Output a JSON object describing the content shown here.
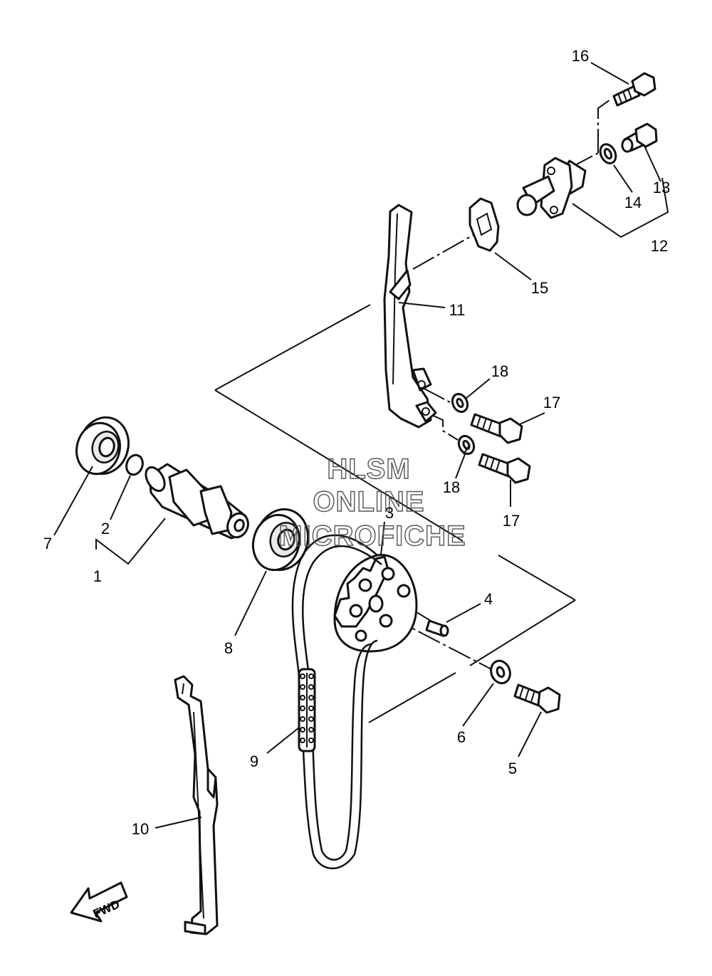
{
  "callouts": [
    "1",
    "2",
    "3",
    "4",
    "5",
    "6",
    "7",
    "8",
    "9",
    "10",
    "11",
    "12",
    "13",
    "14",
    "15",
    "16",
    "17",
    "18"
  ],
  "watermark": {
    "line1": "HLSM",
    "line2": "ONLINE",
    "line3": "MICROFICHE"
  },
  "fwd_label": "FWD"
}
